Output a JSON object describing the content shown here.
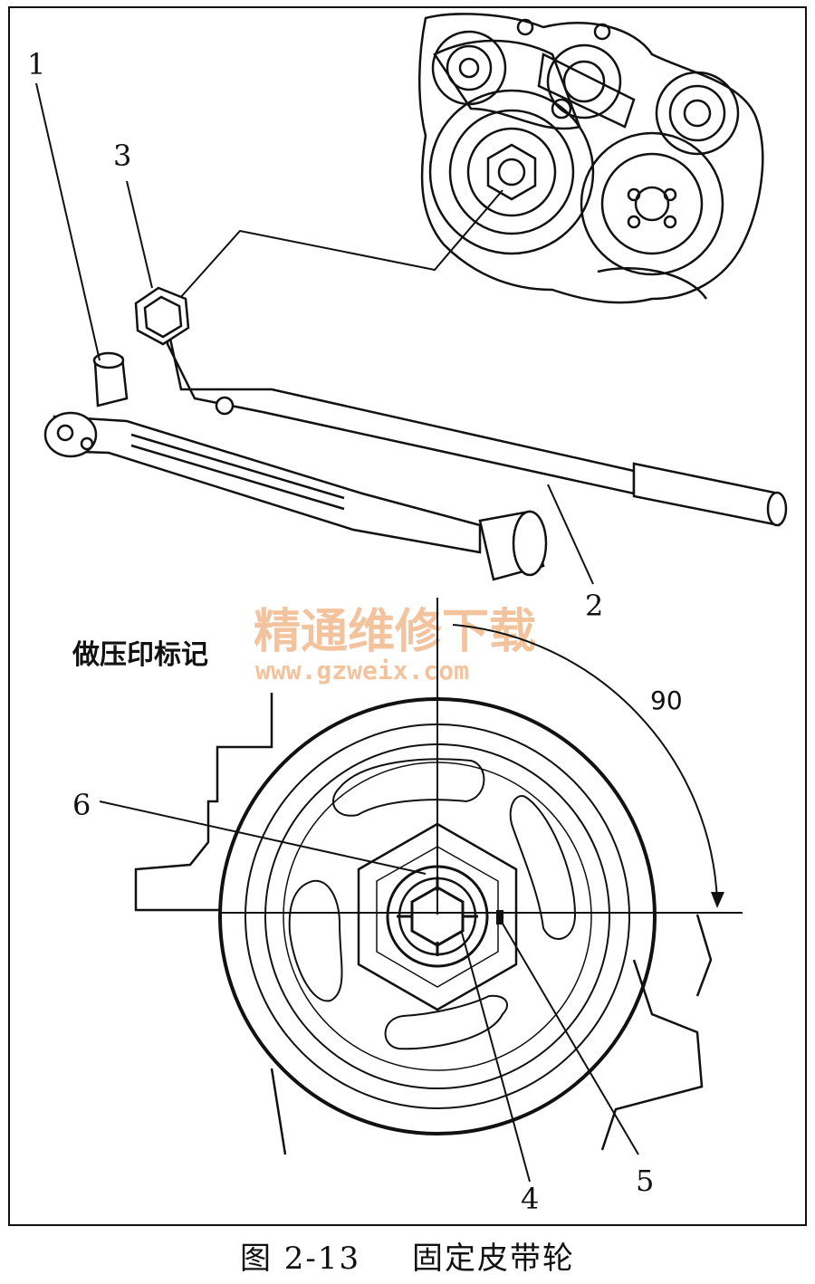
{
  "callouts": [
    "1",
    "2",
    "3",
    "4",
    "5",
    "6"
  ],
  "angle_label": "90",
  "mark_label": "做压印标记",
  "watermark": {
    "cn": "精通维修下载",
    "url": "www.gzweix.com"
  },
  "caption": {
    "number": "图 2-13",
    "title": "固定皮带轮"
  }
}
